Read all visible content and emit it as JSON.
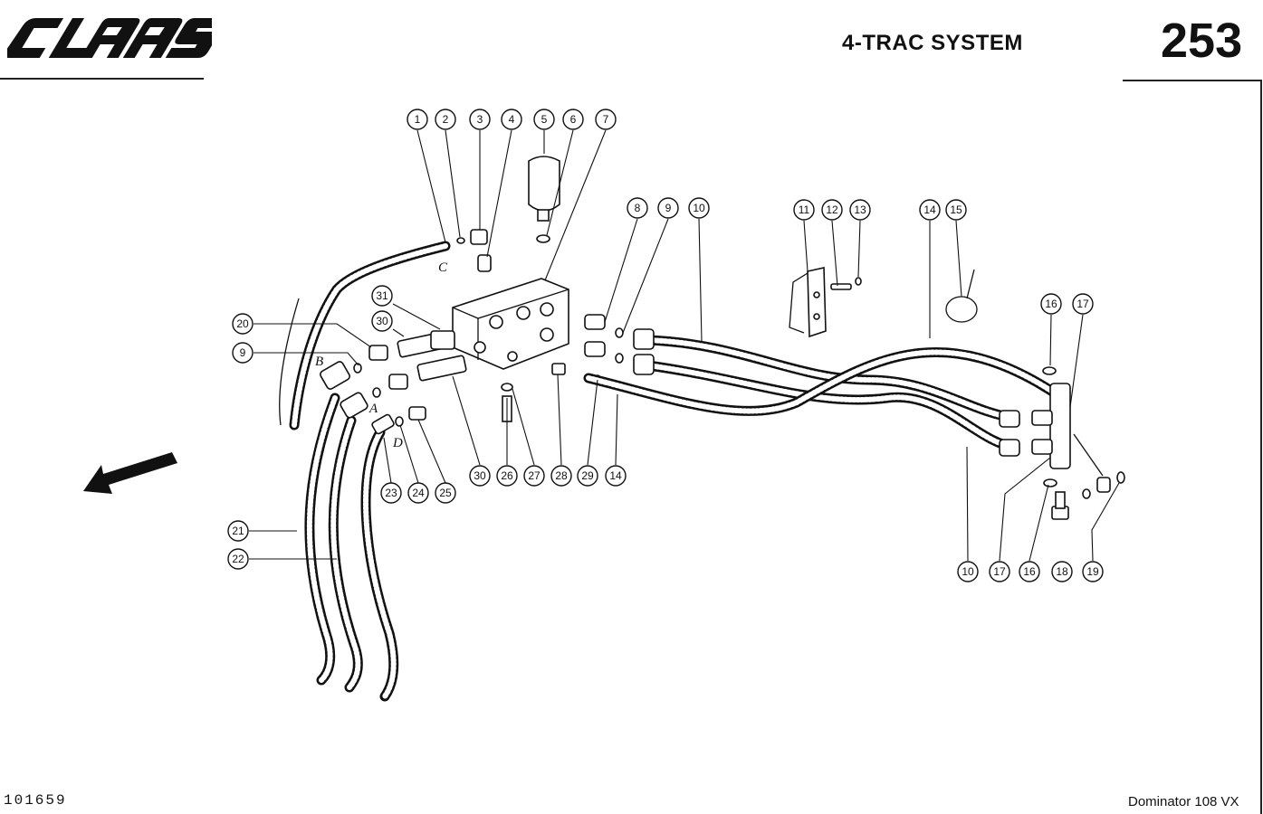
{
  "header": {
    "brand": "CLAAS",
    "title": "4-TRAC SYSTEM",
    "page_number": "253"
  },
  "footer": {
    "drawing_number": "101659",
    "model": "Dominator 108 VX"
  },
  "port_labels": [
    "C",
    "B",
    "A",
    "D"
  ],
  "callouts": [
    {
      "id": "c1",
      "label": "1"
    },
    {
      "id": "c2",
      "label": "2"
    },
    {
      "id": "c3",
      "label": "3"
    },
    {
      "id": "c4",
      "label": "4"
    },
    {
      "id": "c5",
      "label": "5"
    },
    {
      "id": "c6",
      "label": "6"
    },
    {
      "id": "c7",
      "label": "7"
    },
    {
      "id": "c8",
      "label": "8"
    },
    {
      "id": "c9a",
      "label": "9"
    },
    {
      "id": "c10a",
      "label": "10"
    },
    {
      "id": "c11",
      "label": "11"
    },
    {
      "id": "c12",
      "label": "12"
    },
    {
      "id": "c13",
      "label": "13"
    },
    {
      "id": "c14a",
      "label": "14"
    },
    {
      "id": "c15",
      "label": "15"
    },
    {
      "id": "c16a",
      "label": "16"
    },
    {
      "id": "c17a",
      "label": "17"
    },
    {
      "id": "c31",
      "label": "31"
    },
    {
      "id": "c30a",
      "label": "30"
    },
    {
      "id": "c20",
      "label": "20"
    },
    {
      "id": "c9b",
      "label": "9"
    },
    {
      "id": "c23",
      "label": "23"
    },
    {
      "id": "c24",
      "label": "24"
    },
    {
      "id": "c25",
      "label": "25"
    },
    {
      "id": "c30b",
      "label": "30"
    },
    {
      "id": "c26",
      "label": "26"
    },
    {
      "id": "c27",
      "label": "27"
    },
    {
      "id": "c28",
      "label": "28"
    },
    {
      "id": "c29",
      "label": "29"
    },
    {
      "id": "c14b",
      "label": "14"
    },
    {
      "id": "c21",
      "label": "21"
    },
    {
      "id": "c22",
      "label": "22"
    },
    {
      "id": "c10b",
      "label": "10"
    },
    {
      "id": "c17b",
      "label": "17"
    },
    {
      "id": "c16b",
      "label": "16"
    },
    {
      "id": "c18",
      "label": "18"
    },
    {
      "id": "c19",
      "label": "19"
    }
  ]
}
